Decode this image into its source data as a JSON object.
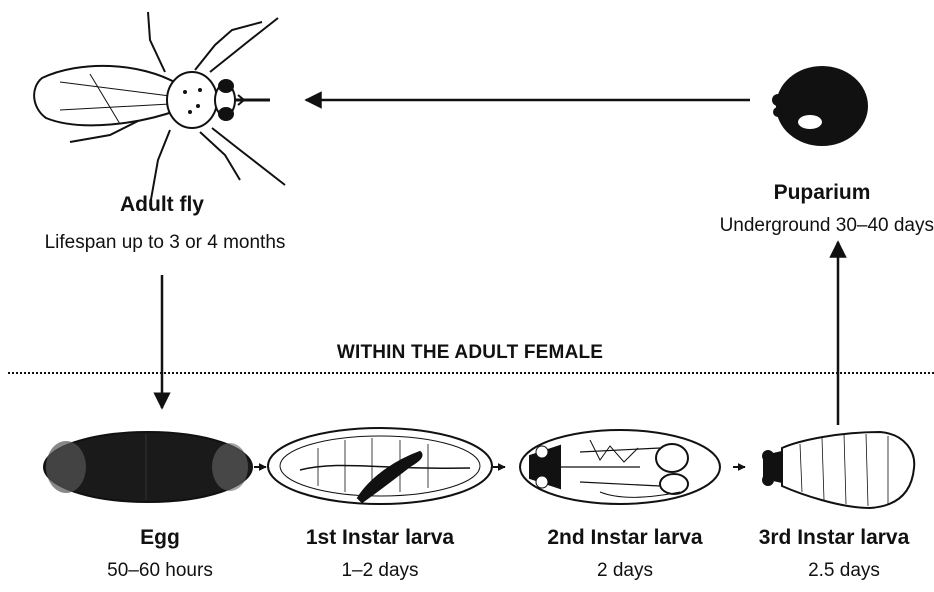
{
  "adult": {
    "name": "Adult fly",
    "detail": "Lifespan up to 3 or 4 months"
  },
  "puparium": {
    "name": "Puparium",
    "detail": "Underground 30–40 days"
  },
  "banner": "WITHIN THE ADULT FEMALE",
  "stages": [
    {
      "name": "Egg",
      "duration": "50–60 hours"
    },
    {
      "name": "1st Instar larva",
      "duration": "1–2 days"
    },
    {
      "name": "2nd Instar larva",
      "duration": "2 days"
    },
    {
      "name": "3rd Instar larva",
      "duration": "2.5 days"
    }
  ],
  "colors": {
    "ink": "#111111",
    "background": "#ffffff",
    "egg": "#1a1a1a"
  }
}
